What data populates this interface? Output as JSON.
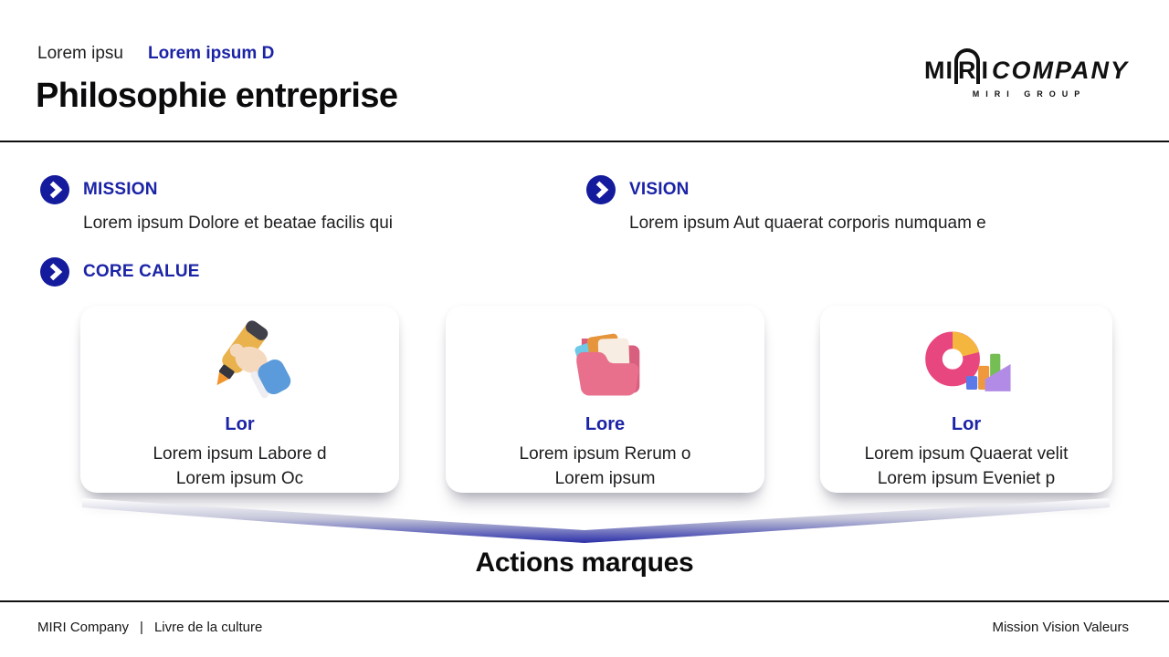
{
  "header": {
    "breadcrumb_plain": "Lorem ipsu",
    "breadcrumb_highlight": "Lorem ipsum D",
    "title": "Philosophie entreprise"
  },
  "logo": {
    "part1": "MI",
    "arch_letter": "R",
    "part2": "I",
    "word": "COMPANY",
    "subtitle": "MIRI GROUP"
  },
  "sections": {
    "mission": {
      "label": "MISSION",
      "text": "Lorem ipsum Dolore et beatae facilis qui"
    },
    "vision": {
      "label": "VISION",
      "text": "Lorem ipsum Aut quaerat corporis numquam e"
    },
    "core_value": {
      "label": "CORE CALUE"
    }
  },
  "cards": [
    {
      "icon": "highlighter-hand-icon",
      "title": "Lor",
      "line1": "Lorem ipsum Labore d",
      "line2": "Lorem ipsum Oc"
    },
    {
      "icon": "folder-icon",
      "title": "Lore",
      "line1": "Lorem ipsum Rerum o",
      "line2": "Lorem ipsum"
    },
    {
      "icon": "chart-icon",
      "title": "Lor",
      "line1": "Lorem ipsum Quaerat velit",
      "line2": "Lorem ipsum Eveniet p"
    }
  ],
  "funnel_label": "Actions marques",
  "footer": {
    "left1": "MIRI Company",
    "separator": "|",
    "left2": "Livre de la culture",
    "right": "Mission Vision Valeurs"
  },
  "icons": {
    "bullet": "chevron-right-circle-icon"
  },
  "colors": {
    "accent_blue": "#1B23A6",
    "bullet_blue": "#141B9C",
    "funnel_blue": "#2B2FA8",
    "text_dark": "#1a1a1a"
  }
}
